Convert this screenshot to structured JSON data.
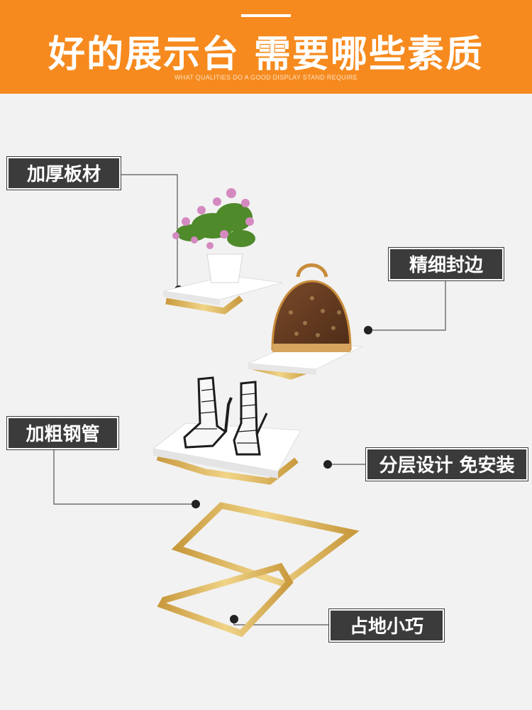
{
  "header": {
    "title": "好的展示台 需要哪些素质",
    "subtitle": "WHAT QUALITIES DO A GOOD DISPLAY STAND REQUIRE"
  },
  "callouts": {
    "thick_board": "加厚板材",
    "fine_edge": "精细封边",
    "thick_steel": "加粗钢管",
    "layered": "分层设计 免安装",
    "small_footprint": "占地小巧"
  },
  "colors": {
    "header_bg": "#f68a1e",
    "label_bg": "#3b3b3b",
    "frame_gold": "#d9b15a",
    "shelf_white": "#ffffff"
  }
}
